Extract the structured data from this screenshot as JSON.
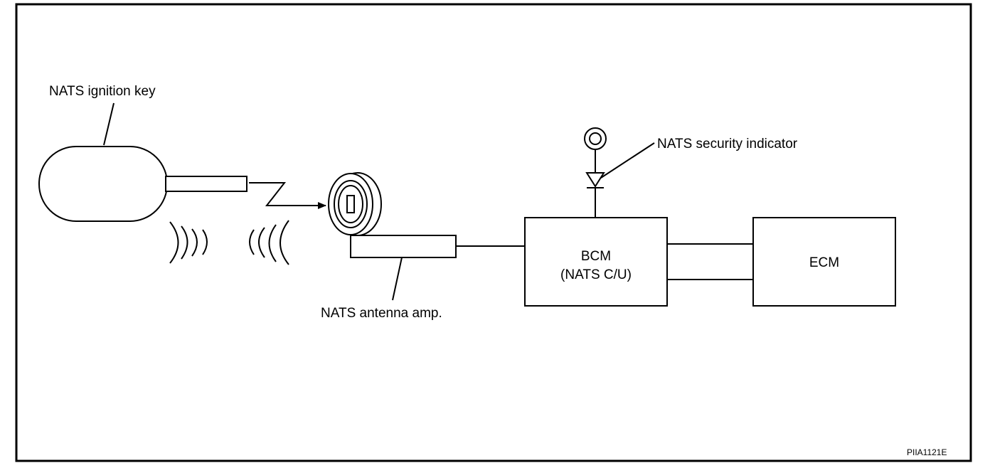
{
  "labels": {
    "ignition_key": "NATS ignition key",
    "security_indicator": "NATS security indicator",
    "antenna_amp": "NATS antenna amp.",
    "bcm_line1": "BCM",
    "bcm_line2": "(NATS C/U)",
    "ecm": "ECM",
    "figure_code": "PIIA1121E"
  },
  "colors": {
    "ink": "#000000",
    "paper": "#ffffff"
  },
  "icons": {
    "key": "key-icon",
    "ignition_cylinder": "key-cylinder-icon",
    "indicator_lamp": "lamp-icon",
    "signal_waves": "radio-wave-icon",
    "transmission": "lightning-arrow-icon"
  }
}
